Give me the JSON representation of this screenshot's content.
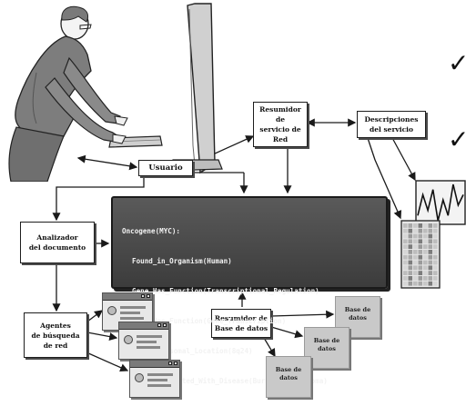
{
  "diagram": {
    "usuario": "Usuario",
    "resumidor_servicio": [
      "Resumidor de",
      "servicio de Red"
    ],
    "descripciones_servicio": [
      "Descripciones",
      "del servicio"
    ],
    "analizador_documento": [
      "Analizador",
      "del documento"
    ],
    "agentes_busqueda": [
      "Agentes",
      "de búsqueda",
      "de red"
    ],
    "resumidor_bd": [
      "Resumidor de",
      "Base de datos"
    ],
    "bases_de_datos": [
      [
        "Base de",
        "datos"
      ],
      [
        "Base de",
        "datos"
      ],
      [
        "Base de",
        "datos"
      ]
    ],
    "query_lines": [
      "Oncogene(MYC):",
      "Found_in_Organism(Human)",
      "Gene_Has_Function(Transcriptional_Regulation)",
      "Gene_Has_Function(Gene_Transcription)",
      "In_Chromosomal_Location(8q24)",
      "Gene_Associated_With_Disease(Burkitts_Lymphoma)"
    ],
    "checkmarks": [
      "✓",
      "✓"
    ],
    "chart_values": [
      3,
      7,
      4,
      8,
      2,
      6,
      3,
      9,
      5,
      7
    ],
    "icons": [
      "user-at-computer-icon",
      "line-chart-icon",
      "heatmap-grid-icon",
      "browser-window-icon"
    ]
  }
}
